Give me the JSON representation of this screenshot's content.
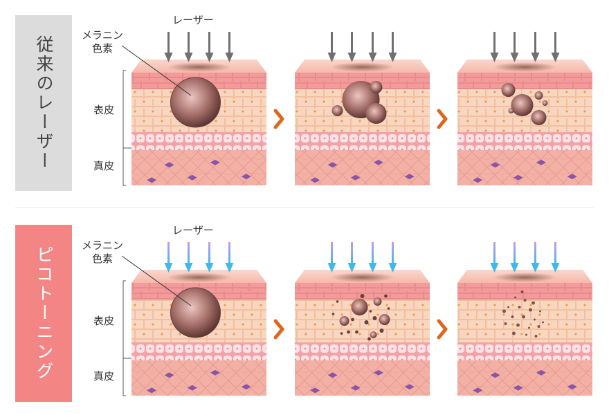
{
  "rows": [
    {
      "side_label": "従来のレーザー",
      "laser_label": "レーザー",
      "melanin_label": "メラニン\n色素",
      "epidermis_label": "表皮",
      "dermis_label": "真皮",
      "laser_type": "conventional",
      "arrow_color": "#707070"
    },
    {
      "side_label": "ピコトーニング",
      "laser_label": "レーザー",
      "melanin_label": "メラニン\n色素",
      "epidermis_label": "表皮",
      "dermis_label": "真皮",
      "laser_type": "pico",
      "arrow_color_top": "#c79ae8",
      "arrow_color_bottom": "#3fb8ee"
    }
  ],
  "colors": {
    "side_conventional": "#dcdcdc",
    "side_pico": "#f48585",
    "step_arrow": "#e0661e",
    "melanin": "#6b3f3c"
  }
}
